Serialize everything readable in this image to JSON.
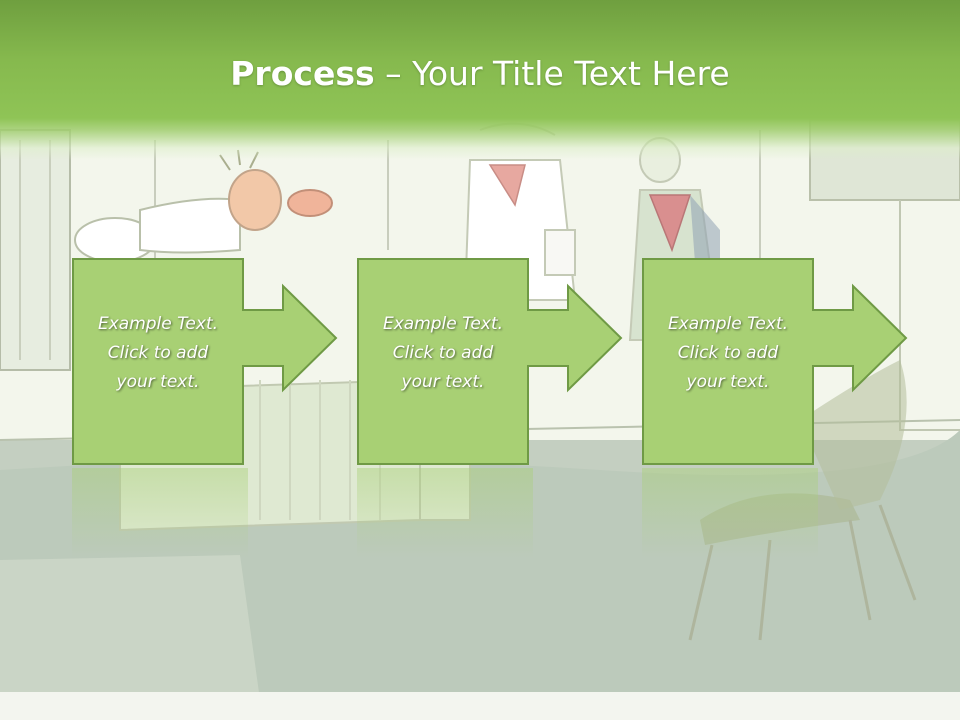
{
  "slide": {
    "title_bold": "Process",
    "title_rest": " – Your Title Text Here"
  },
  "steps": [
    {
      "line1": "Example Text.",
      "line2": "Click  to add",
      "line3": "your text."
    },
    {
      "line1": "Example Text.",
      "line2": "Click  to add",
      "line3": "your text."
    },
    {
      "line1": "Example Text.",
      "line2": "Click  to add",
      "line3": "your text."
    }
  ],
  "colors": {
    "banner": "#86b94e",
    "box_fill": "#a8d074",
    "box_stroke": "#6f9a45",
    "text": "#ffffff"
  }
}
